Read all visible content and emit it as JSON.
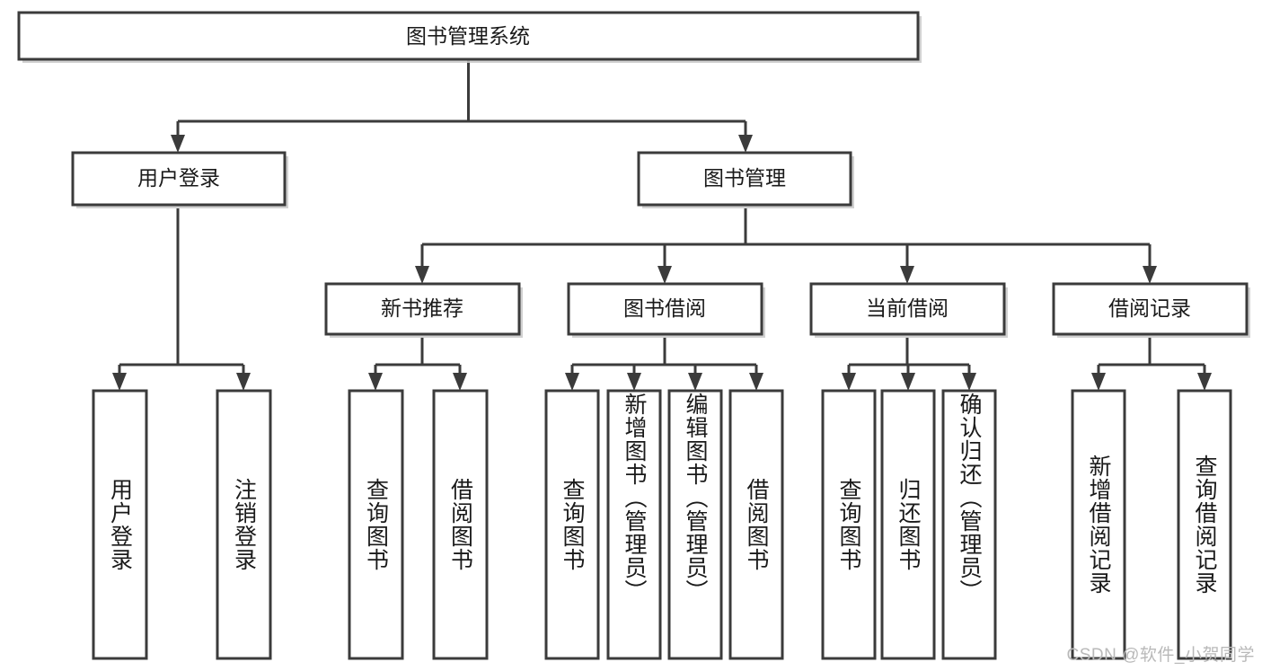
{
  "diagram": {
    "title": "图书管理系统",
    "type": "tree",
    "watermark": "CSDN @软件_小贺同学",
    "colors": {
      "box_stroke": "#3b3b3b",
      "box_fill": "#ffffff",
      "connector": "#3b3b3b",
      "text": "#1a1a1a",
      "watermark": "#b9b9b9"
    },
    "root": {
      "label": "图书管理系统"
    },
    "level2": [
      {
        "label": "用户登录"
      },
      {
        "label": "图书管理"
      }
    ],
    "level3": [
      {
        "label": "新书推荐"
      },
      {
        "label": "图书借阅"
      },
      {
        "label": "当前借阅"
      },
      {
        "label": "借阅记录"
      }
    ],
    "leaves": {
      "user_login": [
        {
          "label": "用户登录"
        },
        {
          "label": "注销登录"
        }
      ],
      "new_book": [
        {
          "label": "查询图书"
        },
        {
          "label": "借阅图书"
        }
      ],
      "book_borrow": [
        {
          "label": "查询图书"
        },
        {
          "label": "新增图书（管理员）"
        },
        {
          "label": "编辑图书（管理员）"
        },
        {
          "label": "借阅图书"
        }
      ],
      "current_borrow": [
        {
          "label": "查询图书"
        },
        {
          "label": "归还图书"
        },
        {
          "label": "确认归还（管理员）"
        }
      ],
      "borrow_record": [
        {
          "label": "新增借阅记录"
        },
        {
          "label": "查询借阅记录"
        }
      ]
    }
  }
}
